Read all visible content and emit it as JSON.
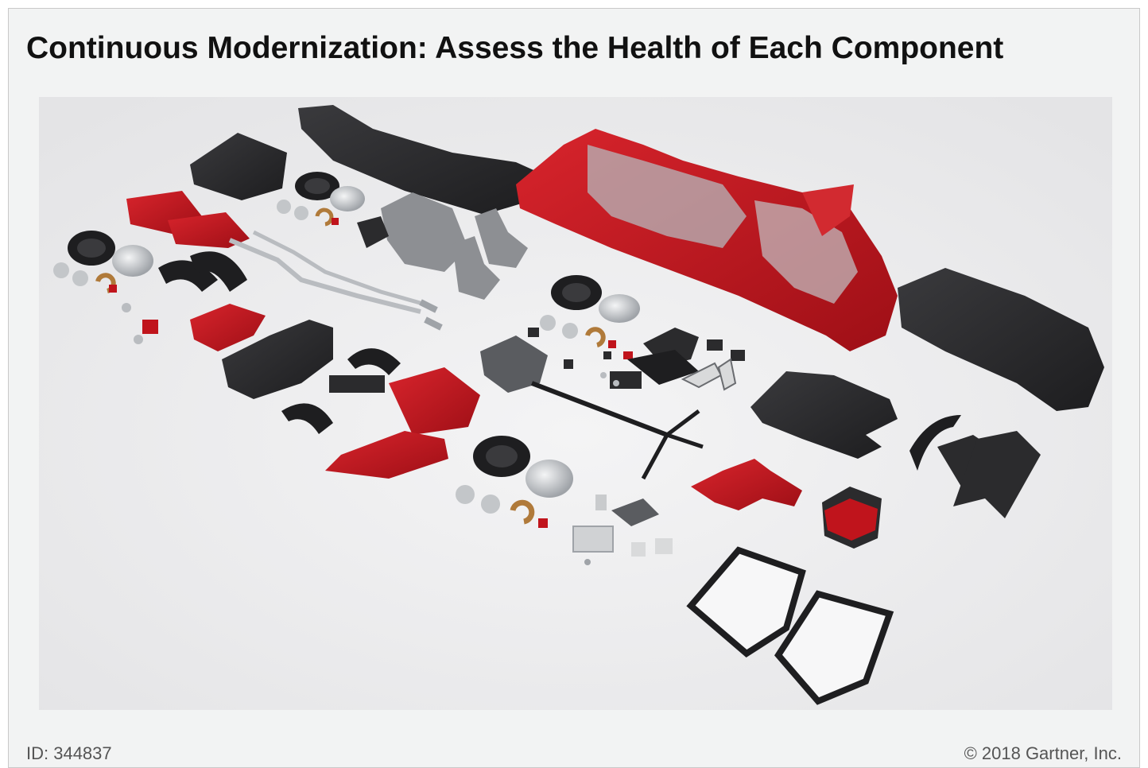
{
  "slide": {
    "title": "Continuous Modernization: Assess the Health of Each Component",
    "id_label": "ID: 344837",
    "copyright": "© 2018 Gartner, Inc."
  },
  "figure": {
    "subject": "exploded-car-components",
    "colors": {
      "body_red": "#c0141c",
      "dark_part": "#2b2b2d",
      "metal": "#b9bcc0",
      "seat_gray": "#8d8f93",
      "background": "#ededee"
    }
  }
}
